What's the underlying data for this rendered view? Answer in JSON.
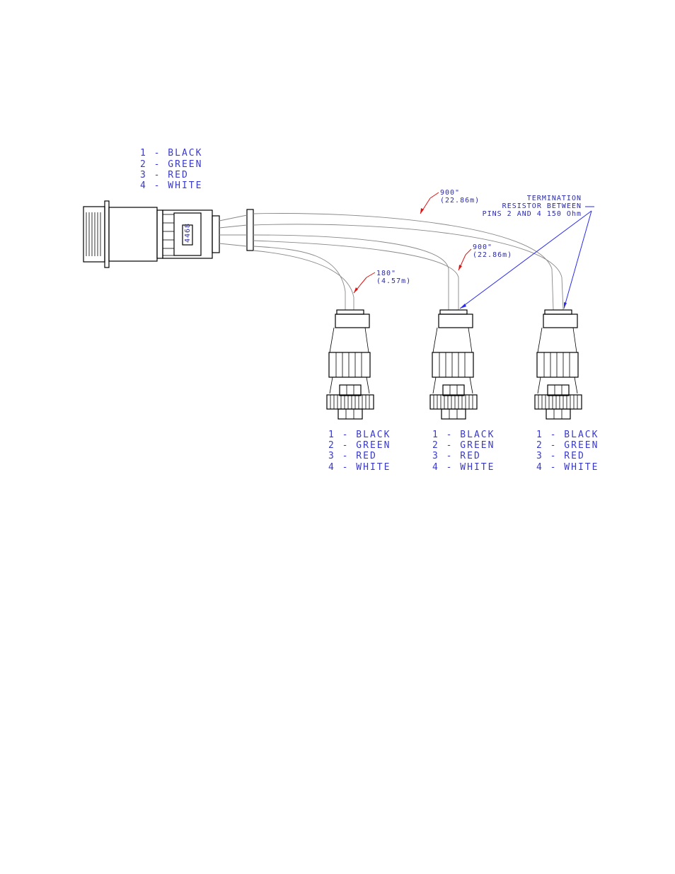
{
  "main_wire_legend": [
    "1  -  BLACK",
    "2  -  GREEN",
    "3  -  RED",
    "4  -  WHITE"
  ],
  "connector_text": "4468",
  "callouts": {
    "branch_a": {
      "length": "180\"",
      "metric": "(4.57m)"
    },
    "branch_b": {
      "length": "900\"",
      "metric": "(22.86m)"
    },
    "branch_c": {
      "length": "900\"",
      "metric": "(22.86m)"
    }
  },
  "termination_note": [
    "TERMINATION",
    "RESISTOR BETWEEN",
    "PINS 2 AND 4 150 Ohm"
  ],
  "branch_legends": [
    [
      "1  -  BLACK",
      "2  -  GREEN",
      "3  -  RED",
      "4  -  WHITE"
    ],
    [
      "1  -  BLACK",
      "2  -  GREEN",
      "3  -  RED",
      "4  -  WHITE"
    ],
    [
      "1  -  BLACK",
      "2  -  GREEN",
      "3  -  RED",
      "4  -  WHITE"
    ]
  ],
  "colors": {
    "text_blue": "#3a3ac8",
    "callout_red": "#e01010",
    "arrow_blue": "#2a2af0"
  }
}
